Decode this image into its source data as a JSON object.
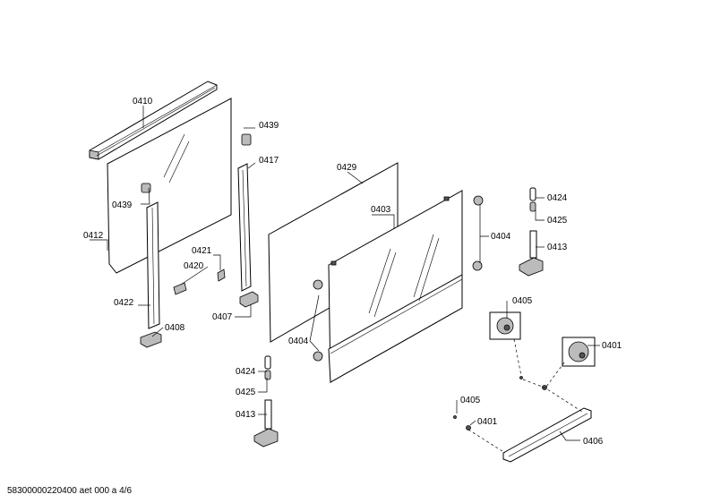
{
  "labels": {
    "l0410": "0410",
    "l0439a": "0439",
    "l0439b": "0439",
    "l0417": "0417",
    "l0429": "0429",
    "l0403": "0403",
    "l0412": "0412",
    "l0421": "0421",
    "l0420": "0420",
    "l0422": "0422",
    "l0408": "0408",
    "l0407": "0407",
    "l0404a": "0404",
    "l0404b": "0404",
    "l0424a": "0424",
    "l0425a": "0425",
    "l0413a": "0413",
    "l0424b": "0424",
    "l0425b": "0425",
    "l0413b": "0413",
    "l0405a": "0405",
    "l0401a": "0401",
    "l0405b": "0405",
    "l0401b": "0401",
    "l0406": "0406"
  },
  "footer": "58300000220400 aet 000 a 4/6"
}
